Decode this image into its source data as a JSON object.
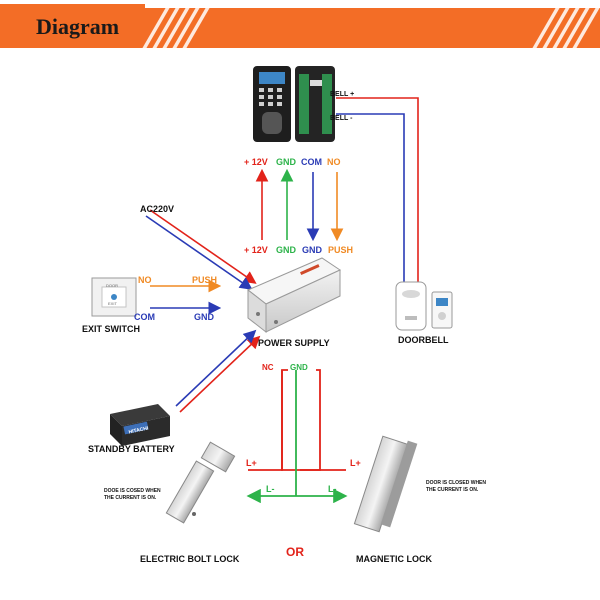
{
  "header": {
    "title": "Diagram"
  },
  "colors": {
    "red": "#e2231a",
    "green": "#2db34a",
    "blue": "#2a3bb5",
    "orange": "#f08a24",
    "header": "#f36d26"
  },
  "labels": {
    "bell_plus": "BELL +",
    "bell_minus": "BELL -",
    "top_12v": "+ 12V",
    "top_gnd": "GND",
    "top_com": "COM",
    "top_no": "NO",
    "bot_12v": "+ 12V",
    "bot_gnd1": "GND",
    "bot_gnd2": "GND",
    "bot_push": "PUSH",
    "ac220v": "AC220V",
    "exit_no": "NO",
    "exit_push": "PUSH",
    "exit_com": "COM",
    "exit_gnd": "GND",
    "exit_switch": "EXIT SWITCH",
    "power_supply": "POWER SUPPLY",
    "doorbell": "DOORBELL",
    "nc": "NC",
    "gnd_lock": "GND",
    "standby_battery": "STANDBY BATTERY",
    "lplus_left": "L+",
    "lplus_right": "L+",
    "lminus_left": "L-",
    "lminus_right": "L-",
    "note_bolt_1": "DOOE IS COSED WHEN",
    "note_bolt_2": "THE CURRENT IS ON.",
    "note_mag_1": "DOOR IS CLOSED WHEN",
    "note_mag_2": "THE CURRENT IS ON.",
    "bolt_lock": "ELECTRIC BOLT LOCK",
    "or": "OR",
    "magnetic_lock": "MAGNETIC LOCK",
    "battery_brand": "HITACHI",
    "exit_plate_1": "DOOR",
    "exit_plate_2": "EXIT"
  }
}
